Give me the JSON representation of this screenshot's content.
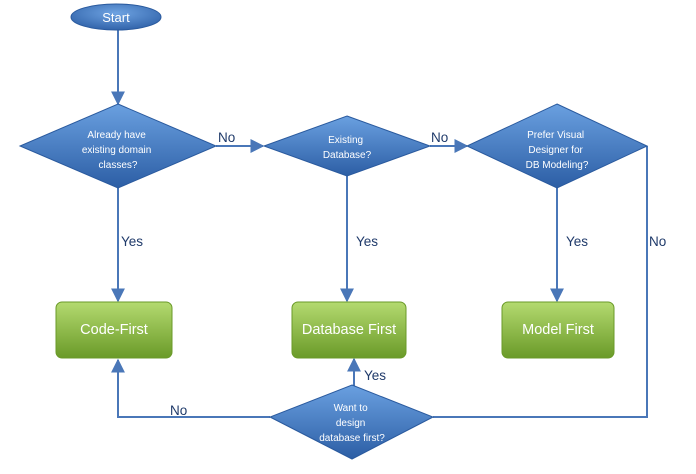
{
  "diagram": {
    "start": "Start",
    "decisions": {
      "domain_classes": [
        "Already have",
        "existing domain",
        "classes?"
      ],
      "existing_db": [
        "Existing",
        "Database?"
      ],
      "visual_designer": [
        "Prefer Visual",
        "Designer for",
        "DB Modeling?"
      ],
      "design_db_first": [
        "Want to",
        "design",
        "database first?"
      ]
    },
    "outcomes": {
      "code_first": "Code-First",
      "database_first": "Database First",
      "model_first": "Model First"
    },
    "edge_labels": {
      "d1_no": "No",
      "d2_no": "No",
      "d1_yes": "Yes",
      "d2_yes": "Yes",
      "d3_yes": "Yes",
      "d3_no": "No",
      "d4_yes": "Yes",
      "d4_no": "No"
    },
    "colors": {
      "diamond_light": "#5e93d8",
      "diamond_dark": "#2f62a8",
      "box_light": "#a8d25e",
      "box_dark": "#6c9a2a",
      "connector": "#4a77b8"
    }
  }
}
